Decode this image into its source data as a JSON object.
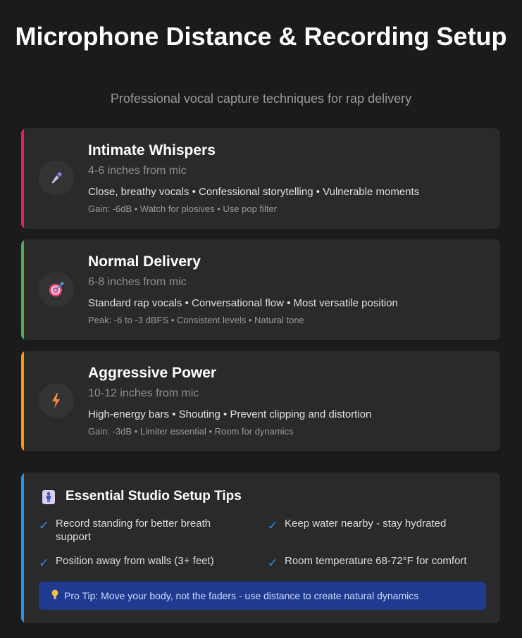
{
  "header": {
    "title": "Microphone Distance & Recording Setup",
    "subtitle": "Professional vocal capture techniques for rap delivery"
  },
  "cards": [
    {
      "icon": "microphone-icon",
      "accent_color": "#e91e63",
      "heading": "Intimate Whispers",
      "distance": "4-6 inches from mic",
      "description": "Close, breathy vocals • Confessional storytelling • Vulnerable moments",
      "technical": "Gain: -6dB • Watch for plosives • Use pop filter"
    },
    {
      "icon": "target-icon",
      "accent_color": "#4caf50",
      "heading": "Normal Delivery",
      "distance": "6-8 inches from mic",
      "description": "Standard rap vocals • Conversational flow • Most versatile position",
      "technical": "Peak: -6 to -3 dBFS • Consistent levels • Natural tone"
    },
    {
      "icon": "lightning-icon",
      "accent_color": "#ff9800",
      "heading": "Aggressive Power",
      "distance": "10-12 inches from mic",
      "description": "High-energy bars • Shouting • Prevent clipping and distortion",
      "technical": "Gain: -3dB • Limiter essential • Room for dynamics"
    }
  ],
  "tips": {
    "icon": "standing-person-icon",
    "accent_color": "#2196f3",
    "heading": "Essential Studio Setup Tips",
    "check_glyph": "✓",
    "items": [
      "Record standing for better breath support",
      "Keep water nearby - stay hydrated",
      "Position away from walls (3+ feet)",
      "Room temperature 68-72°F for comfort"
    ],
    "pro_tip": {
      "icon": "lightbulb-icon",
      "text": "Pro Tip: Move your body, not the faders - use distance to create natural dynamics"
    }
  }
}
